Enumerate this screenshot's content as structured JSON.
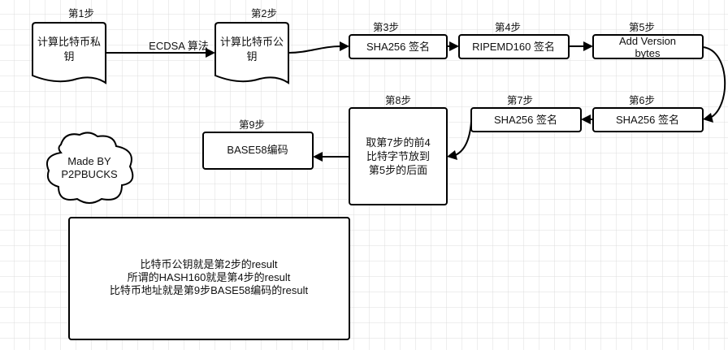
{
  "steps": {
    "s1": {
      "label": "第1步",
      "text": [
        "计算比特币私",
        "钥"
      ]
    },
    "s2": {
      "label": "第2步",
      "text": [
        "计算比特币公",
        "钥"
      ]
    },
    "s3": {
      "label": "第3步",
      "text": "SHA256 签名"
    },
    "s4": {
      "label": "第4步",
      "text": "RIPEMD160 签名"
    },
    "s5": {
      "label": "第5步",
      "text": [
        "Add Version",
        "bytes"
      ]
    },
    "s6": {
      "label": "第6步",
      "text": "SHA256 签名"
    },
    "s7": {
      "label": "第7步",
      "text": "SHA256 签名"
    },
    "s8": {
      "label": "第8步",
      "text": [
        "取第7步的前4",
        "比特字节放到",
        "第5步的后面"
      ]
    },
    "s9": {
      "label": "第9步",
      "text": "BASE58编码"
    }
  },
  "edge_label": "ECDSA 算法",
  "cloud": [
    "Made BY",
    "P2PBUCKS"
  ],
  "note": [
    "比特币公钥就是第2步的result",
    "所谓的HASH160就是第4步的result",
    "比特币地址就是第9步BASE58编码的result"
  ],
  "colors": {
    "grid": "#dcdcdc",
    "stroke": "#000000",
    "background": "#ffffff"
  }
}
